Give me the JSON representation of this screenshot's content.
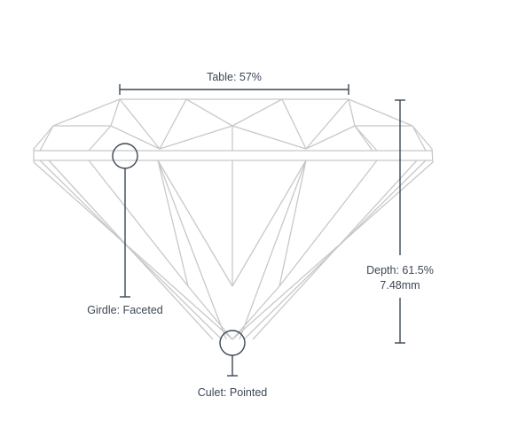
{
  "labels": {
    "table": "Table: 57%",
    "depth_pct": "Depth: 61.5%",
    "depth_mm": "7.48mm",
    "girdle": "Girdle: Faceted",
    "culet": "Culet: Pointed"
  },
  "colors": {
    "facet_line": "#c8c8c8",
    "annotation": "#3c4654",
    "background": "#ffffff"
  }
}
